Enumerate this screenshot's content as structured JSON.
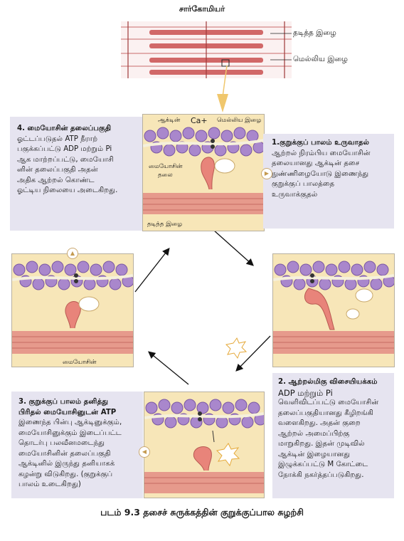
{
  "header": {
    "title": "சார்கோமியர்"
  },
  "legend": {
    "thick": "தடித்த இழை",
    "thin": "மெல்லிய இழை"
  },
  "panel_labels": {
    "actin": "ஆக்டின்",
    "ca": "Ca+",
    "thin_filament": "மெல்லிய இழை",
    "myosin_head_1": "மையோசின்",
    "myosin_head_2": "தலை",
    "thick_filament": "தடித்த இழை",
    "myosin": "மையோசின்"
  },
  "steps": {
    "s1": {
      "title": "1.குறுக்குப் பாலம் உருவாதல்",
      "body": [
        "ஆற்றல் நிரம்பிய மையோசின்",
        "தலையானது ஆக்டின் தசை",
        "நுண்ணிழையோடு இணைந்து",
        "குறுக்குப் பாலத்தை",
        "உருவாக்குதல்"
      ]
    },
    "s2": {
      "title": "2. ஆற்றல்மிகு விசையியக்கம்",
      "subtitle": "ADP மற்றும் Pi",
      "body": [
        "வெளிவிடப்பட்டு மையோசின்",
        "தலைப்பகுதியானது கீழிறங்கி",
        "வளைகிறது. அதன் குறை",
        "ஆற்றல் அமைப்பிற்கு",
        "மாறுகிறது. இதன் முடிவில்",
        "ஆக்டின் இழையானது",
        "இழுக்கப்பட்டு M கோட்டை",
        "நோக்கி நகர்த்தப்படுகிறது."
      ]
    },
    "s3": {
      "title": "3. குறுக்குப் பாலம் தனித்து",
      "title2": "பிரிதல் மையோசினுடன் ATP",
      "body": [
        "இணைந்த பின்பு ஆக்டினுக்கும்,",
        "மையோசினுக்கும் இடைப்பட்ட",
        "தொடர்பு பலவீனமடைந்து",
        "மையோசினின் தலைப்பகுதி",
        "ஆக்டினில் இருந்து தனியாகக்",
        "கழன்று விடுகிறது. (குறுக்குப்",
        "பாலம் உடைகிறது)"
      ]
    },
    "s4": {
      "title": "4. மையோசின் தலைப்பகுதி",
      "body": [
        "ஓட்டப்படுதல் ATP நீராற்",
        "பகுக்கப்பட்டு ADP மற்றும் Pi",
        "ஆக மாற்றப்பட்டு, மையோசி",
        "னின் தலைப்பகுதி அதன்",
        "அதிக ஆற்றல் கொண்ட",
        "ஓட்டிய நிலையை அடைகிறது."
      ]
    }
  },
  "caption": "படம் 9.3 தசைச் சுருக்கத்தின் குறுக்குப்பால சுழற்சி",
  "colors": {
    "accent": "#e9b550",
    "panel": "#f7e6b8",
    "textbox": "#e6e4f0",
    "actin": "#9b7fc0",
    "myosin": "#e8847a"
  }
}
